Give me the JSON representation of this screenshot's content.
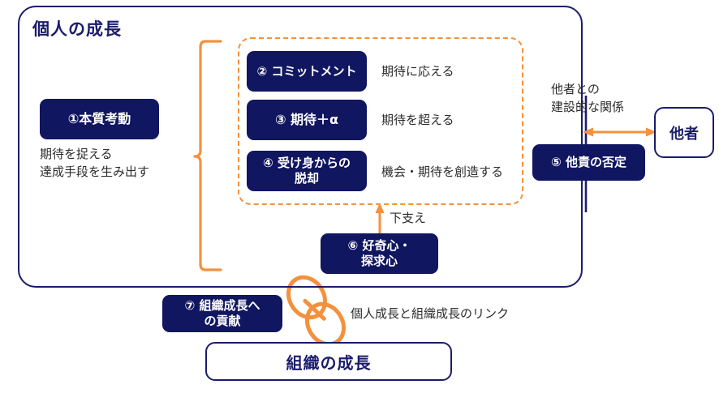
{
  "frame": {
    "personal_growth_title": "個人の成長"
  },
  "boxes": {
    "b1": {
      "label": "①本質考動"
    },
    "b2": {
      "label": "② コミットメント"
    },
    "b3": {
      "label": "③ 期待＋α"
    },
    "b4": {
      "label": "④ 受け身からの\n脱却"
    },
    "b5": {
      "label": "⑤ 他責の否定"
    },
    "b6": {
      "label": "⑥ 好奇心・\n探求心"
    },
    "b7": {
      "label": "⑦ 組織成長へ\nの貢献"
    },
    "others": {
      "label": "他者"
    },
    "org_growth": {
      "label": "組織の成長"
    }
  },
  "annotations": {
    "b1_desc": "期待を捉える\n達成手段を生み出す",
    "b2_desc": "期待に応える",
    "b3_desc": "期待を超える",
    "b4_desc": "機会・期待を創造する",
    "relation": "他者との\n建設的な関係",
    "support": "下支え",
    "link": "個人成長と組織成長のリンク"
  },
  "icons": {
    "chain": "chain-link-icon",
    "brace": "curly-brace-icon",
    "up_arrow": "arrow-up-icon",
    "double_arrow": "arrow-left-right-icon"
  },
  "colors": {
    "navy": "#111660",
    "navy_border": "#1b1c6b",
    "orange": "#f4913d",
    "text": "#2b2b2b",
    "white": "#ffffff"
  }
}
